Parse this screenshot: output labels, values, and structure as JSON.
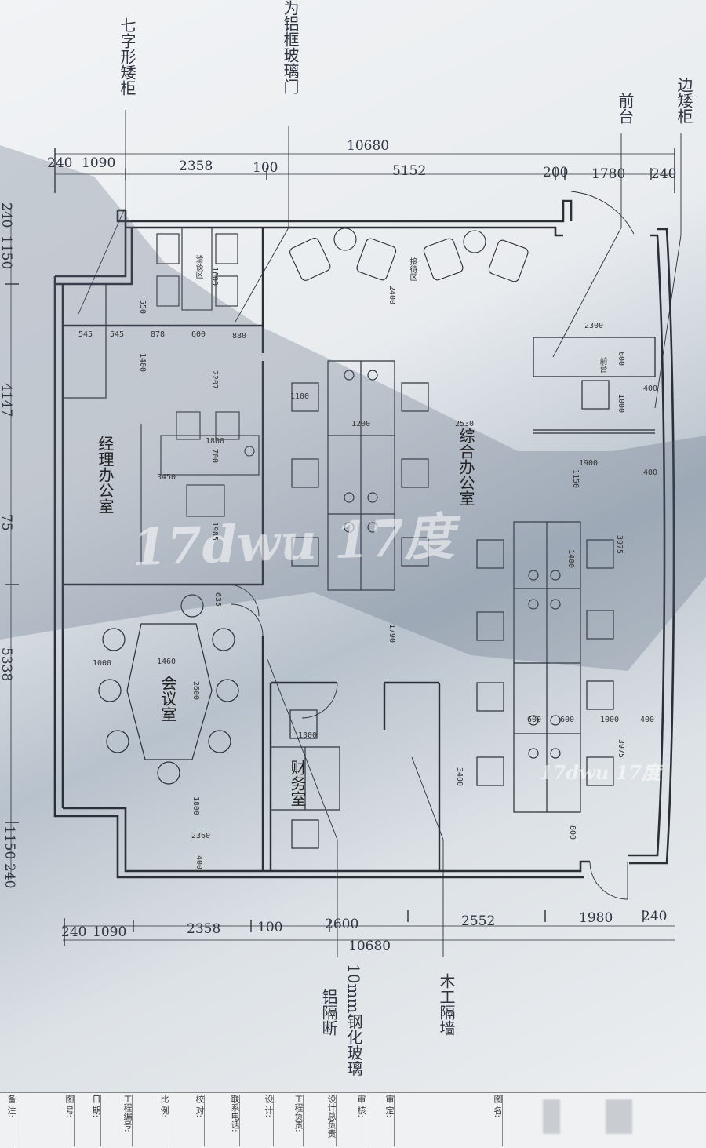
{
  "callouts": {
    "l_cabinet": "七字形矮柜",
    "alu_door": "为铝框玻璃门",
    "side_cabinet": "边矮柜",
    "front_desk": "前台",
    "glass_partition_1": "10mm钢化玻璃",
    "glass_partition_2": "铝隔断",
    "wood_partition": "木工隔墙"
  },
  "rooms": {
    "manager": "经理办公室",
    "general": "综合办公室",
    "meeting": "会议室",
    "finance": "财务室",
    "reception_zone": "洽谈区",
    "lounge": "接待区",
    "front": "前台"
  },
  "top_dims": {
    "total": "10680",
    "d1": "240",
    "d2": "1090",
    "d3": "2358",
    "d4": "100",
    "d5": "5152",
    "d6": "200",
    "d7": "1780",
    "d8": "240"
  },
  "bottom_dims": {
    "total": "10680",
    "d1": "240",
    "d2": "1090",
    "d3": "2358",
    "d4": "100",
    "d5": "2600",
    "d6": "2552",
    "d7": "1980",
    "d8": "240"
  },
  "left_dims": {
    "d1": "240",
    "d2": "1150",
    "d3": "4147",
    "d4": "75",
    "d5": "5338",
    "d6": "1150",
    "d7": "240"
  },
  "inner_dims": {
    "a": "1600",
    "b": "550",
    "c": "545",
    "d": "545",
    "e": "878",
    "f": "600",
    "g": "880",
    "h": "1400",
    "i": "2207",
    "j": "1800",
    "k": "700",
    "l": "3450",
    "m": "1985",
    "n": "2400",
    "o": "1100",
    "p": "1200",
    "q": "2530",
    "r": "2300",
    "s": "600",
    "t": "400",
    "u": "1000",
    "v": "1900",
    "w": "1150",
    "x": "400",
    "y": "1400",
    "z": "3975",
    "aa": "635",
    "ab": "1790",
    "ac": "1460",
    "ad": "1000",
    "ae": "2600",
    "af": "1300",
    "ag": "1800",
    "ah": "2360",
    "ai": "400",
    "aj": "3400",
    "ak": "600",
    "al": "600",
    "am": "1000",
    "an": "400",
    "ao": "3975",
    "ap": "800"
  },
  "watermark": {
    "main": "17dwu 17度",
    "small": "17dwu 17度"
  },
  "title_block": {
    "cells": [
      "备 注:",
      "图 号:",
      "日 期:",
      "工程编号:",
      "比 例:",
      "校 对:",
      "联系电话:",
      "设 计:",
      "工程负责:",
      "设计总负责",
      "审 核:",
      "审 定:",
      "图 名:"
    ]
  }
}
